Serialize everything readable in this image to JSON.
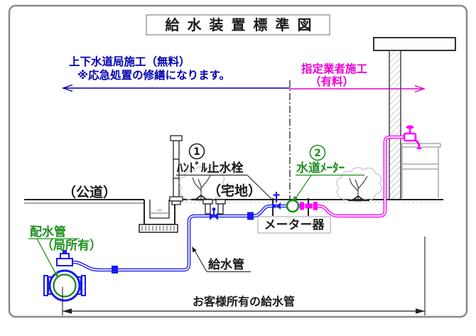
{
  "title": "給水装置標準図",
  "annotations": {
    "bureau": {
      "line1": "上下水道局施工（無料）",
      "line2": "※応急処置の修繕になります。"
    },
    "contractor": {
      "line1": "指定業者施工",
      "line2": "（有料）"
    }
  },
  "areas": {
    "road": "（公道）",
    "premises": "（宅地）"
  },
  "callouts": {
    "item1": {
      "num": "1",
      "label": "ﾊﾝﾄﾞﾙ止水栓"
    },
    "item2": {
      "num": "2",
      "label": "水道ﾒｰﾀｰ"
    },
    "meter_box": "メーター器",
    "distribution_pipe": {
      "line1": "配水管",
      "line2": "（局所有）"
    },
    "supply_pipe": "給水管",
    "customer_pipe": "お客様所有の給水管"
  },
  "colors": {
    "pipe_blue": "#1a1af0",
    "pipe_magenta": "#ff00ff",
    "text_blue": "#0000b0",
    "text_magenta": "#e800d0",
    "green": "#1f8f1f",
    "black": "#1a1a1a",
    "frame_gray": "#8a8a8a"
  }
}
